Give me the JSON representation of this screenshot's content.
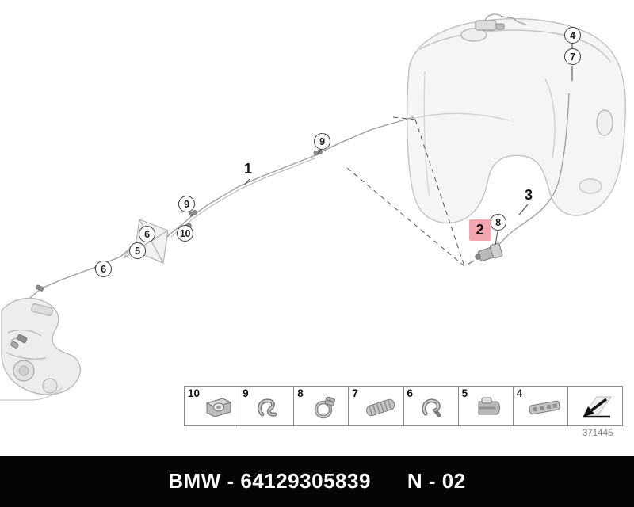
{
  "meta": {
    "drawing_number": "371445"
  },
  "footer": {
    "left": "BMW - 64129305839",
    "right": "N - 02"
  },
  "callouts": [
    {
      "label": "4",
      "style": "circle"
    },
    {
      "label": "7",
      "style": "circle"
    },
    {
      "label": "9",
      "style": "circle"
    },
    {
      "label": "1",
      "style": "plain"
    },
    {
      "label": "9",
      "style": "circle"
    },
    {
      "label": "10",
      "style": "circle"
    },
    {
      "label": "6",
      "style": "circle"
    },
    {
      "label": "5",
      "style": "circle"
    },
    {
      "label": "6",
      "style": "circle"
    },
    {
      "label": "3",
      "style": "plain"
    },
    {
      "label": "8",
      "style": "circle"
    },
    {
      "label": "2",
      "style": "highlighted"
    }
  ],
  "legend": {
    "items": [
      {
        "label": "10",
        "icon": "cable-clamp-icon"
      },
      {
        "label": "9",
        "icon": "s-clip-icon"
      },
      {
        "label": "8",
        "icon": "hose-clamp-icon"
      },
      {
        "label": "7",
        "icon": "ribbed-sleeve-icon"
      },
      {
        "label": "6",
        "icon": "line-clip-icon"
      },
      {
        "label": "5",
        "icon": "holder-clamp-icon"
      },
      {
        "label": "4",
        "icon": "multi-clamp-icon"
      },
      {
        "label": "",
        "icon": "direction-arrow-icon"
      }
    ]
  },
  "colors": {
    "highlight": "#f3a6b0",
    "footer_bg": "#050505",
    "footer_text": "#ffffff",
    "line_gray": "#9b9b9b"
  }
}
